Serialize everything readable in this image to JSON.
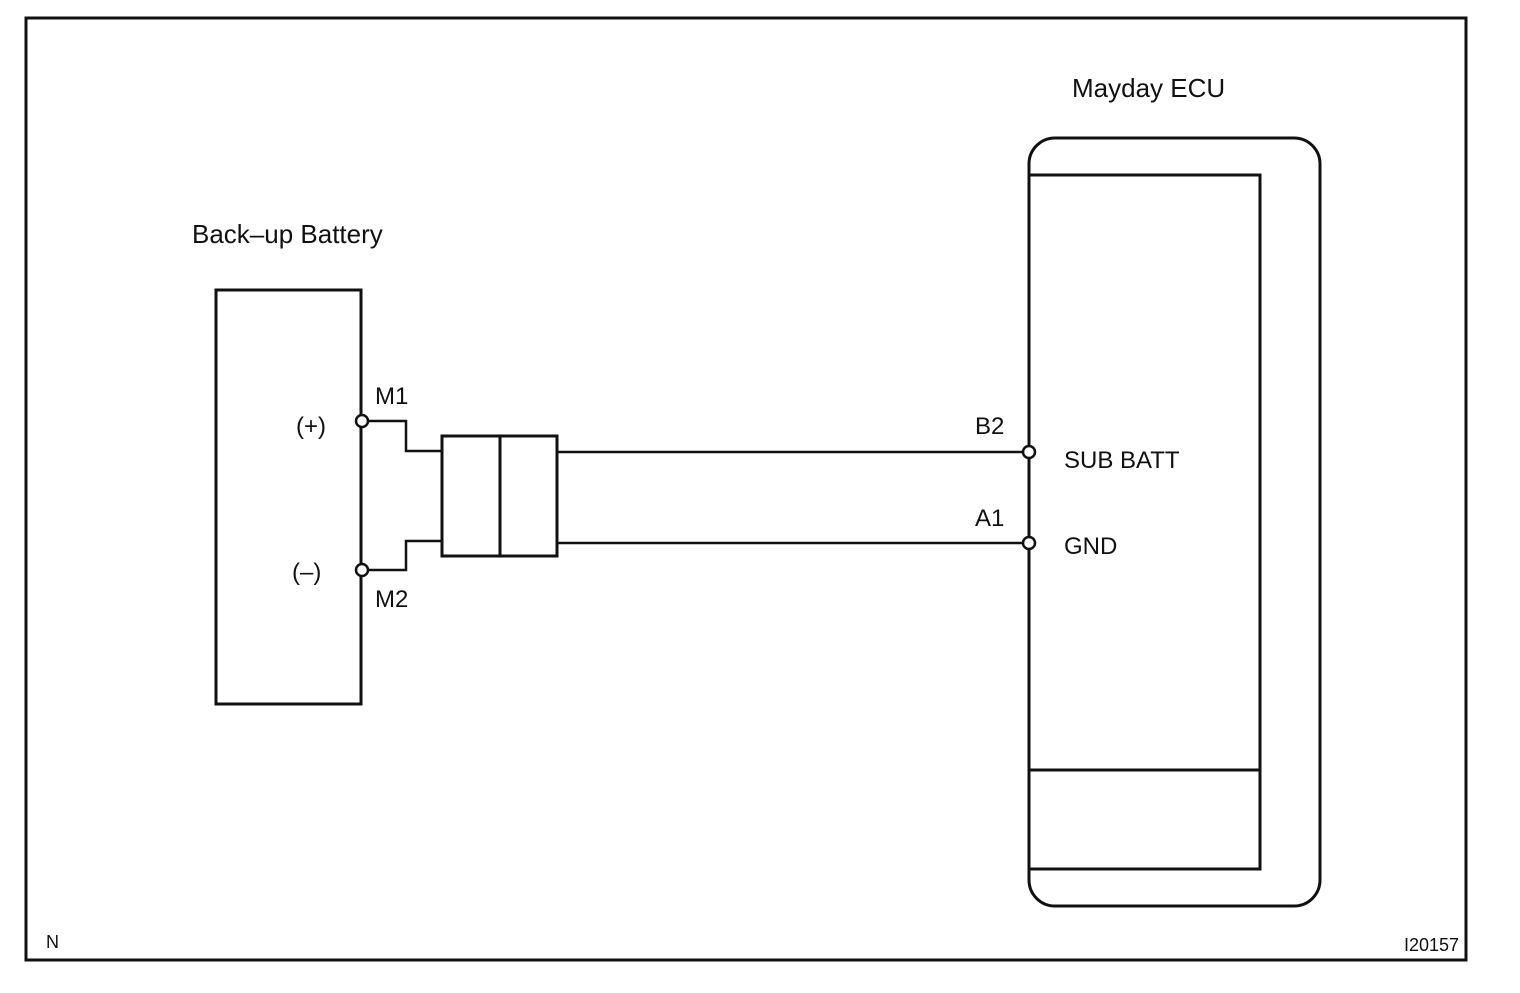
{
  "battery": {
    "title": "Back–up Battery",
    "plus_label": "(+)",
    "minus_label": "(–)",
    "pin_plus": "M1",
    "pin_minus": "M2"
  },
  "ecu": {
    "title": "Mayday ECU",
    "pin_top": "B2",
    "pin_bottom": "A1",
    "signal_top": "SUB BATT",
    "signal_bottom": "GND"
  },
  "corner": {
    "left": "N",
    "right": "I20157"
  }
}
